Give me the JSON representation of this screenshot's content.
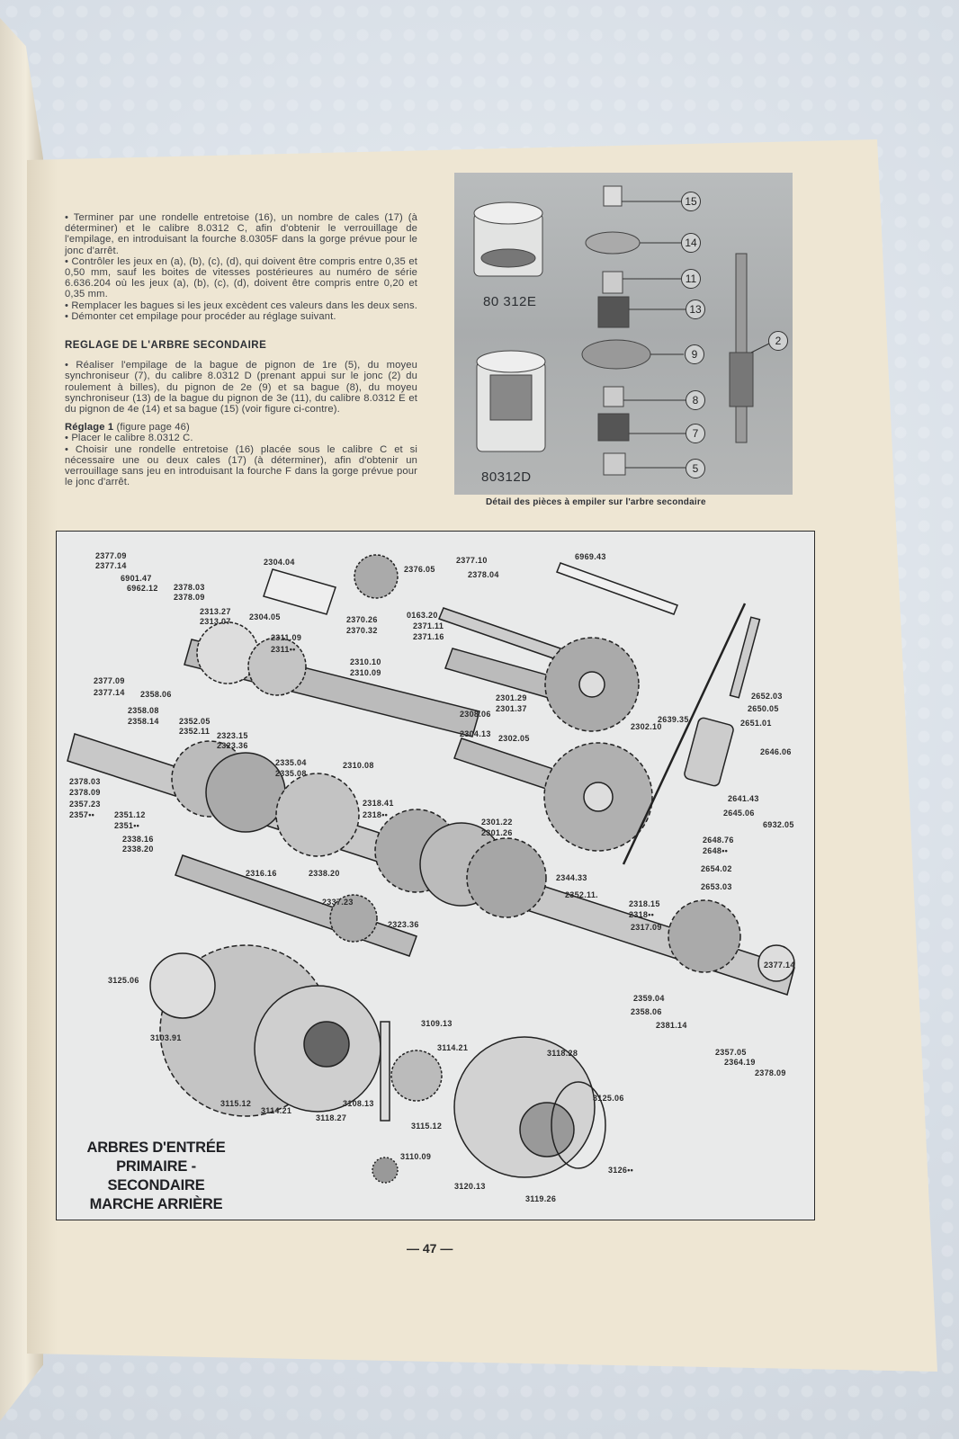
{
  "text": {
    "para1": [
      "• Terminer par une rondelle entretoise (16), un nombre de cales (17) (à déterminer) et le calibre 8.0312 C, afin d'obtenir le verrouillage de l'empilage, en introduisant la fourche 8.0305F dans la gorge prévue pour le jonc d'arrêt.",
      "• Contrôler les jeux en (a), (b), (c), (d), qui doivent être compris entre 0,35 et 0,50 mm, sauf les boites de vitesses postérieures au numéro de série 6.636.204 où les jeux (a), (b), (c), (d), doivent être compris entre 0,20 et 0,35 mm.",
      "• Remplacer les bagues si les jeux excèdent ces valeurs dans les deux sens.",
      "• Démonter cet empilage pour procéder au réglage suivant."
    ],
    "heading": "REGLAGE DE L'ARBRE SECONDAIRE",
    "para2": "• Réaliser l'empilage de la bague de pignon de 1re (5), du moyeu synchroniseur (7), du calibre 8.0312 D (prenant appui sur le jonc (2) du roulement à billes), du pignon de 2e (9) et sa bague (8), du moyeu synchroniseur (13) de la bague du pignon de 3e (11), du calibre 8.0312 E et du pignon de 4e (14) et sa bague (15) (voir figure ci-contre).",
    "sub_bold": "Réglage 1",
    "sub_rest": " (figure page 46)",
    "para3": [
      "• Placer le calibre 8.0312 C.",
      "• Choisir une rondelle entretoise (16) placée sous le calibre C et si nécessaire une ou deux cales (17) (à déterminer), afin d'obtenir un verrouillage sans jeu en introduisant la fourche F dans la gorge prévue pour le jonc d'arrêt."
    ]
  },
  "photo": {
    "calibre_e": "80 312E",
    "calibre_d": "80312D",
    "numbers": [
      "15",
      "14",
      "11",
      "13",
      "9",
      "8",
      "7",
      "5",
      "2"
    ],
    "caption": "Détail des pièces à empiler sur l'arbre secondaire"
  },
  "diagram": {
    "title": [
      "ARBRES D'ENTRÉE",
      "PRIMAIRE - SECONDAIRE",
      "MARCHE ARRIÈRE"
    ],
    "labels": [
      "2377.09",
      "2377.14",
      "6901.47",
      "6962.12",
      "2378.03",
      "2378.09",
      "2313.27",
      "2313.07",
      "2304.04",
      "2304.05",
      "2311.09",
      "2311••",
      "2377.09",
      "2377.14",
      "2358.06",
      "2358.08",
      "2358.14",
      "2352.05",
      "2352.11",
      "2323.15",
      "2323.36",
      "2335.04",
      "2335.08",
      "2378.03",
      "2378.09",
      "2357.23",
      "2357••",
      "2351.12",
      "2351••",
      "2338.16",
      "2338.20",
      "2310.08",
      "2318.41",
      "2318••",
      "2316.16",
      "2338.20",
      "2337.23",
      "2323.36",
      "2376.05",
      "2377.10",
      "2378.04",
      "6969.43",
      "2370.26",
      "2370.32",
      "0163.20",
      "2371.11",
      "2371.16",
      "2310.10",
      "2310.09",
      "2301.29",
      "2301.37",
      "2308.06",
      "2304.13",
      "2302.05",
      "2302.10",
      "2639.35",
      "2652.03",
      "2650.05",
      "2651.01",
      "2646.06",
      "2641.43",
      "2645.06",
      "6932.05",
      "2648.76",
      "2648••",
      "2654.02",
      "2653.03",
      "2301.22",
      "2301.26",
      "2344.33",
      "2352.11.",
      "2318.15",
      "2318••",
      "2317.09",
      "2377.14",
      "2359.04",
      "2358.06",
      "2381.14",
      "2357.05",
      "2364.19",
      "2378.09",
      "3125.06",
      "3103.91",
      "3109.13",
      "3114.21",
      "3118.28",
      "3115.12",
      "3114.21",
      "3118.27",
      "3108.13",
      "3115.12",
      "3125.06",
      "3110.09",
      "3126••",
      "3120.13",
      "3119.26"
    ]
  },
  "page_number": "— 47 —"
}
